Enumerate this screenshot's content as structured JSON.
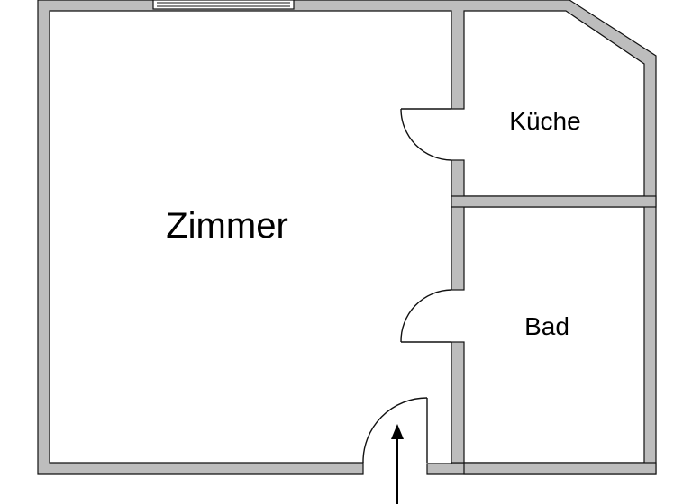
{
  "floor_plan": {
    "rooms": [
      {
        "id": "zimmer",
        "label": "Zimmer"
      },
      {
        "id": "kueche",
        "label": "Küche"
      },
      {
        "id": "bad",
        "label": "Bad"
      }
    ],
    "colors": {
      "wall_fill": "#bdbdbd",
      "wall_stroke": "#111111",
      "background": "#ffffff",
      "door_stroke": "#111111",
      "arrow": "#000000"
    }
  }
}
